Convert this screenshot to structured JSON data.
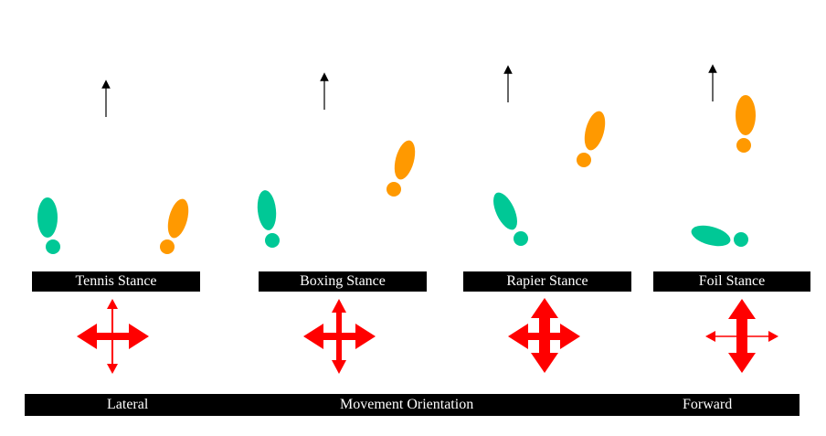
{
  "colors": {
    "left_foot": "#00c896",
    "right_foot": "#ff9900",
    "arrow": "#ff0000",
    "bar": "#000000"
  },
  "stances": [
    {
      "label": "Tennis Stance"
    },
    {
      "label": "Boxing Stance"
    },
    {
      "label": "Rapier Stance"
    },
    {
      "label": "Foil Stance"
    }
  ],
  "scale": {
    "left_label": "Lateral",
    "center_label": "Movement Orientation",
    "right_label": "Forward"
  }
}
